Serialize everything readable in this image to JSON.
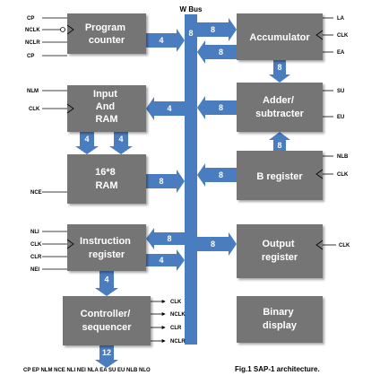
{
  "colors": {
    "block": "#757575",
    "bus": "#4a7cc0",
    "line": "#000000"
  },
  "bus": {
    "label": "W Bus",
    "width": "8"
  },
  "blocks": {
    "program_counter": [
      "Program",
      "counter"
    ],
    "input_ram": [
      "Input",
      "And",
      "RAM"
    ],
    "ram": [
      "16*8",
      "RAM"
    ],
    "instruction_register": [
      "Instruction",
      "register"
    ],
    "controller": [
      "Controller/",
      "sequencer"
    ],
    "accumulator": [
      "Accumulator"
    ],
    "adder": [
      "Adder/",
      "subtracter"
    ],
    "b_register": [
      "B register"
    ],
    "output_register": [
      "Output",
      "register"
    ],
    "binary_display": [
      "Binary",
      "display"
    ]
  },
  "signals": {
    "program_counter": [
      "CP",
      "NCLK",
      "NCLR",
      "CP"
    ],
    "input_ram": [
      "NLM",
      "CLK"
    ],
    "ram": [
      "NCE"
    ],
    "instruction_register": [
      "NLI",
      "CLK",
      "CLR",
      "NEI"
    ],
    "controller_outputs": [
      "CLK",
      "NCLK",
      "CLR",
      "NCLR"
    ],
    "accumulator": [
      "LA",
      "CLK",
      "EA"
    ],
    "adder": [
      "SU",
      "EU"
    ],
    "b_register": [
      "NLB",
      "CLK"
    ],
    "output_register": [
      "CLK"
    ]
  },
  "widths": {
    "pc_bus": "4",
    "mar_bus": "4",
    "mar_ram_a": "4",
    "mar_ram_b": "4",
    "ram_bus": "8",
    "ir_in": "8",
    "ir_out": "4",
    "ir_ctrl": "4",
    "ctrl_out": "12",
    "acc_in": "8",
    "acc_out": "8",
    "acc_adder": "8",
    "adder_bus": "8",
    "b_bus": "8",
    "b_adder": "8",
    "out_bus": "8"
  },
  "control_word": "CP EP NLM NCE NLI NEI NLA EA SU EU NLB NLO",
  "caption": "Fig.1 SAP-1 architecture."
}
